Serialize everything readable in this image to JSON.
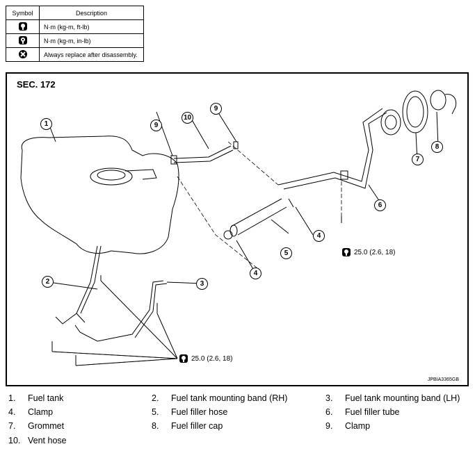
{
  "legend": {
    "header_symbol": "Symbol",
    "header_description": "Description",
    "rows": [
      {
        "icon": "torque-wrench-icon",
        "description": "N·m (kg-m, ft-lb)"
      },
      {
        "icon": "torque-wrench-small-icon",
        "description": "N·m (kg-m, in-lb)"
      },
      {
        "icon": "replace-part-icon",
        "description": "Always replace after disassembly."
      }
    ]
  },
  "diagram": {
    "section": "SEC. 172",
    "callouts": [
      "1",
      "2",
      "3",
      "4",
      "4",
      "5",
      "6",
      "7",
      "8",
      "9",
      "9",
      "10"
    ],
    "torque_upper": "25.0 (2.6, 18)",
    "torque_lower": "25.0 (2.6, 18)",
    "figure_id": "JPBIA3365GB"
  },
  "parts": [
    {
      "num": "1.",
      "name": "Fuel tank"
    },
    {
      "num": "2.",
      "name": "Fuel tank mounting band (RH)"
    },
    {
      "num": "3.",
      "name": "Fuel tank mounting band (LH)"
    },
    {
      "num": "4.",
      "name": "Clamp"
    },
    {
      "num": "5.",
      "name": "Fuel filler hose"
    },
    {
      "num": "6.",
      "name": "Fuel filler tube"
    },
    {
      "num": "7.",
      "name": "Grommet"
    },
    {
      "num": "8.",
      "name": "Fuel filler cap"
    },
    {
      "num": "9.",
      "name": "Clamp"
    },
    {
      "num": "10.",
      "name": "Vent hose"
    }
  ]
}
